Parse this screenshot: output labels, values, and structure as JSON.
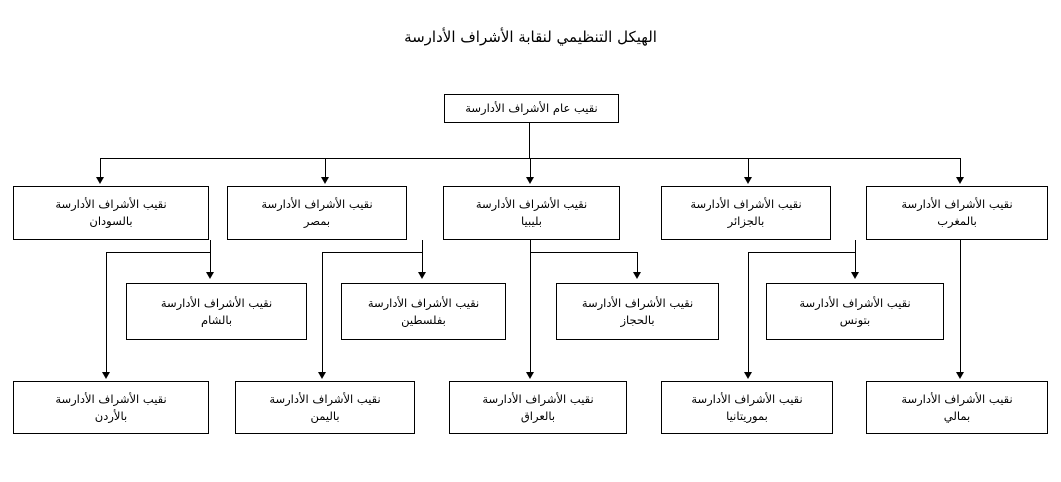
{
  "chart": {
    "title": "الهيكل التنظيمي لنقابة الأشراف الأدارسة",
    "type": "org-chart",
    "orientation": "rtl",
    "levels": 4,
    "colors": {
      "background": "#ffffff",
      "line": "#000000",
      "text": "#000000",
      "box_border": "#000000"
    }
  },
  "root": {
    "id": "root",
    "line1": "نقيب عام الأشراف الأدارسة",
    "line2": ""
  },
  "level2": [
    {
      "id": "sudan",
      "line1": "نقيب الأشراف الأدارسة",
      "line2": "بالسودان"
    },
    {
      "id": "egypt",
      "line1": "نقيب الأشراف الأدارسة",
      "line2": "بمصر"
    },
    {
      "id": "libya",
      "line1": "نقيب الأشراف الأدارسة",
      "line2": "بليبيا"
    },
    {
      "id": "algeria",
      "line1": "نقيب الأشراف الأدارسة",
      "line2": "بالجزائر"
    },
    {
      "id": "morocco",
      "line1": "نقيب الأشراف الأدارسة",
      "line2": "بالمغرب"
    }
  ],
  "level3": [
    {
      "id": "sham",
      "line1": "نقيب الأشراف الأدارسة",
      "line2": "بالشام"
    },
    {
      "id": "palestine",
      "line1": "نقيب الأشراف الأدارسة",
      "line2": "بفلسطين"
    },
    {
      "id": "hijaz",
      "line1": "نقيب الأشراف الأدارسة",
      "line2": "بالحجاز"
    },
    {
      "id": "tunisia",
      "line1": "نقيب الأشراف الأدارسة",
      "line2": "بتونس"
    }
  ],
  "level4": [
    {
      "id": "jordan",
      "line1": "نقيب الأشراف الأدارسة",
      "line2": "بالأردن"
    },
    {
      "id": "yemen",
      "line1": "نقيب الأشراف الأدارسة",
      "line2": "باليمن"
    },
    {
      "id": "iraq",
      "line1": "نقيب الأشراف الأدارسة",
      "line2": "بالعراق"
    },
    {
      "id": "mauritania",
      "line1": "نقيب الأشراف الأدارسة",
      "line2": "بموريتانيا"
    },
    {
      "id": "mali",
      "line1": "نقيب الأشراف الأدارسة",
      "line2": "بمالي"
    }
  ]
}
